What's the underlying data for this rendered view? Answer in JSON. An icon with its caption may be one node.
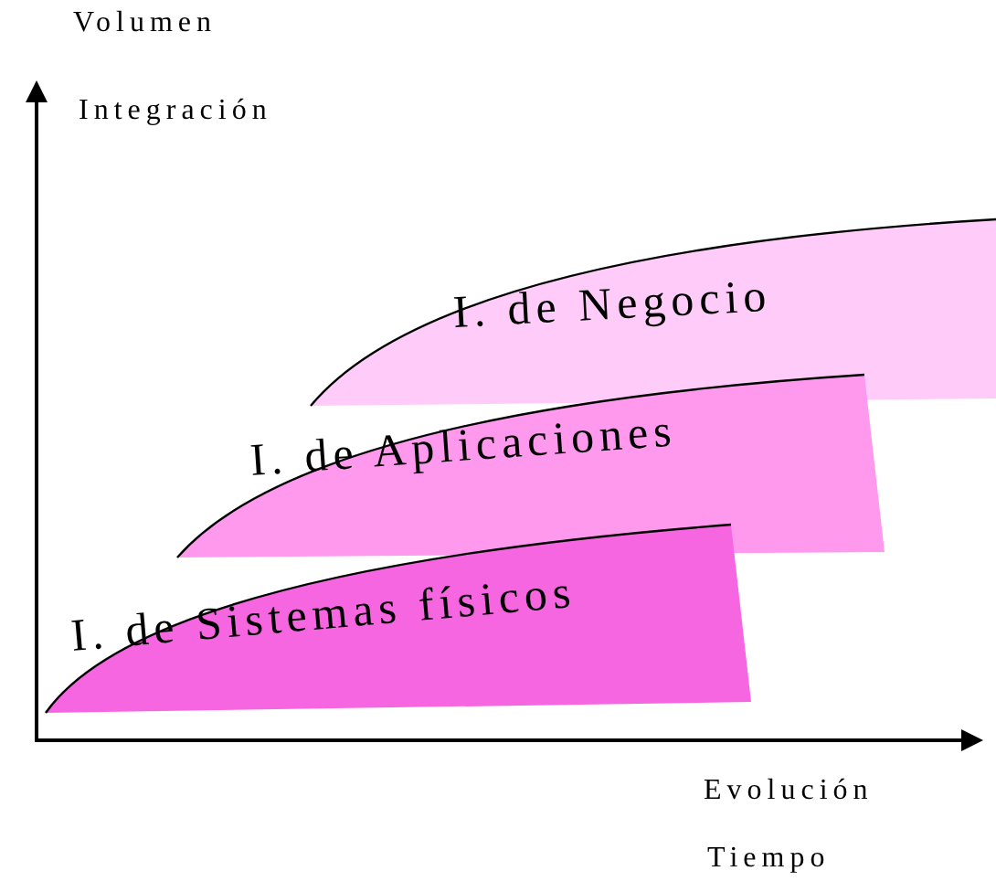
{
  "diagram": {
    "nodes": [
      {
        "text": [
          "I. de Negocio"
        ]
      },
      {
        "text": [
          "I. de Aplicaciones"
        ]
      },
      {
        "text": [
          "I. de Sistemas físicos"
        ]
      }
    ],
    "labels": [
      "Volumen",
      "Integración",
      "Evolución",
      "Tiempo"
    ]
  }
}
